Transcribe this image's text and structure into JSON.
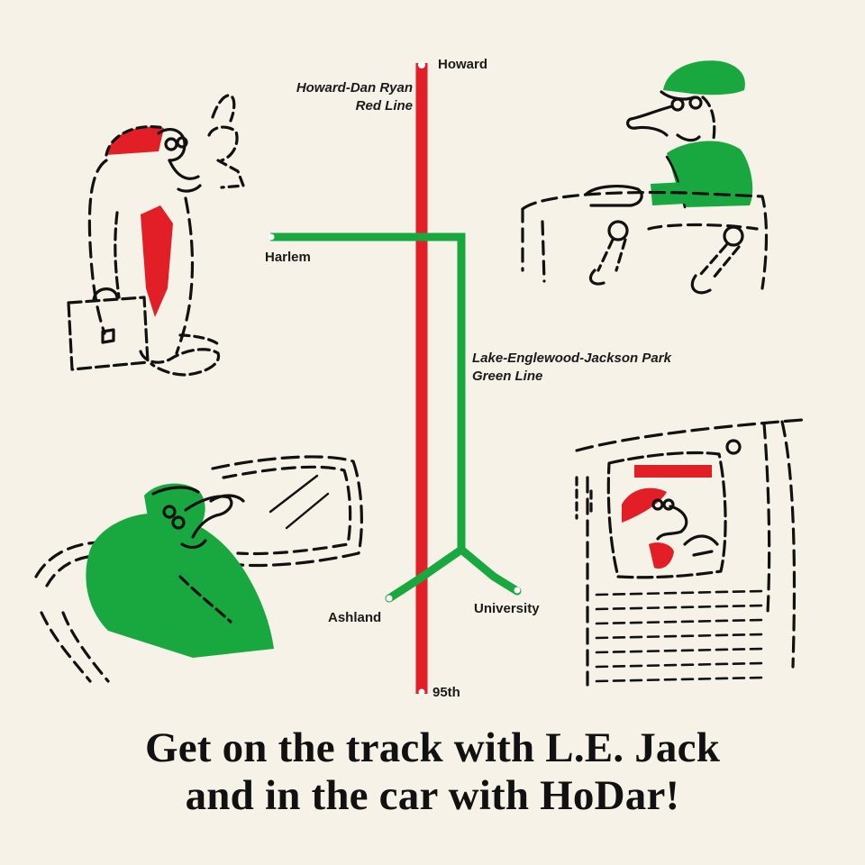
{
  "colors": {
    "background": "#f6f2e7",
    "red_line": "#e21f26",
    "green_line": "#19a83f",
    "ink": "#111111"
  },
  "map": {
    "red_line": {
      "name": "Howard-Dan Ryan",
      "subtitle": "Red Line",
      "stations": {
        "north": "Howard",
        "south": "95th"
      }
    },
    "green_line": {
      "name": "Lake-Englewood-Jackson Park",
      "subtitle": "Green Line",
      "stations": {
        "west": "Harlem",
        "southwest": "Ashland",
        "southeast": "University"
      }
    }
  },
  "tagline": {
    "line1": "Get on the track with L.E. Jack",
    "line2": "and in the car with HoDar!"
  },
  "illustrations": [
    "red-commuter-with-briefcase",
    "green-train-operator",
    "green-rider-at-window",
    "red-operator-in-cab"
  ]
}
